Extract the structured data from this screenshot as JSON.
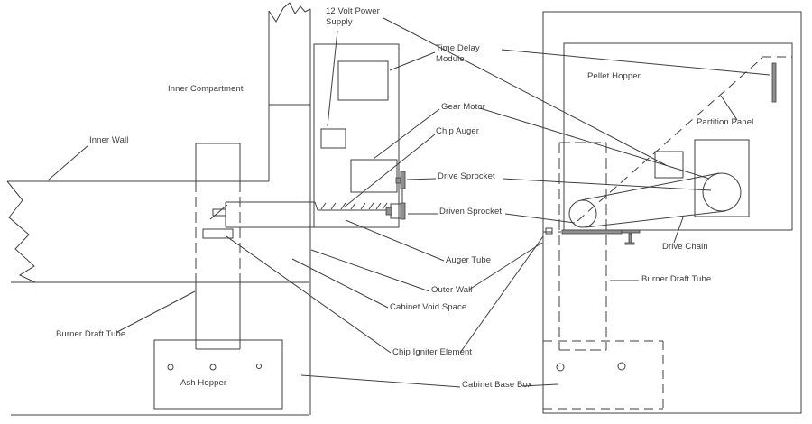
{
  "diagram": {
    "title_hint": "Pellet / chip burner schematic, side view (left) and front view (right)",
    "colors": {
      "line": "#3f3f3f",
      "background": "#ffffff"
    },
    "labels": {
      "power_supply_line1": "12 Volt Power",
      "power_supply_line2": "Supply",
      "time_delay_line1": "Time Delay",
      "time_delay_line2": "Module",
      "inner_compartment": "Inner Compartment",
      "inner_wall": "Inner Wall",
      "gear_motor": "Gear Motor",
      "chip_auger": "Chip Auger",
      "drive_sprocket": "Drive Sprocket",
      "driven_sprocket": "Driven Sprocket",
      "auger_tube": "Auger Tube",
      "outer_wall": "Outer Wall",
      "cabinet_void_space": "Cabinet Void Space",
      "chip_igniter_element": "Chip Igniter Element",
      "burner_draft_tube_left": "Burner Draft Tube",
      "ash_hopper": "Ash Hopper",
      "cabinet_base_box": "Cabinet Base Box",
      "pellet_hopper": "Pellet Hopper",
      "partition_panel": "Partition Panel",
      "drive_chain": "Drive Chain",
      "burner_draft_tube_right": "Burner Draft Tube"
    }
  }
}
